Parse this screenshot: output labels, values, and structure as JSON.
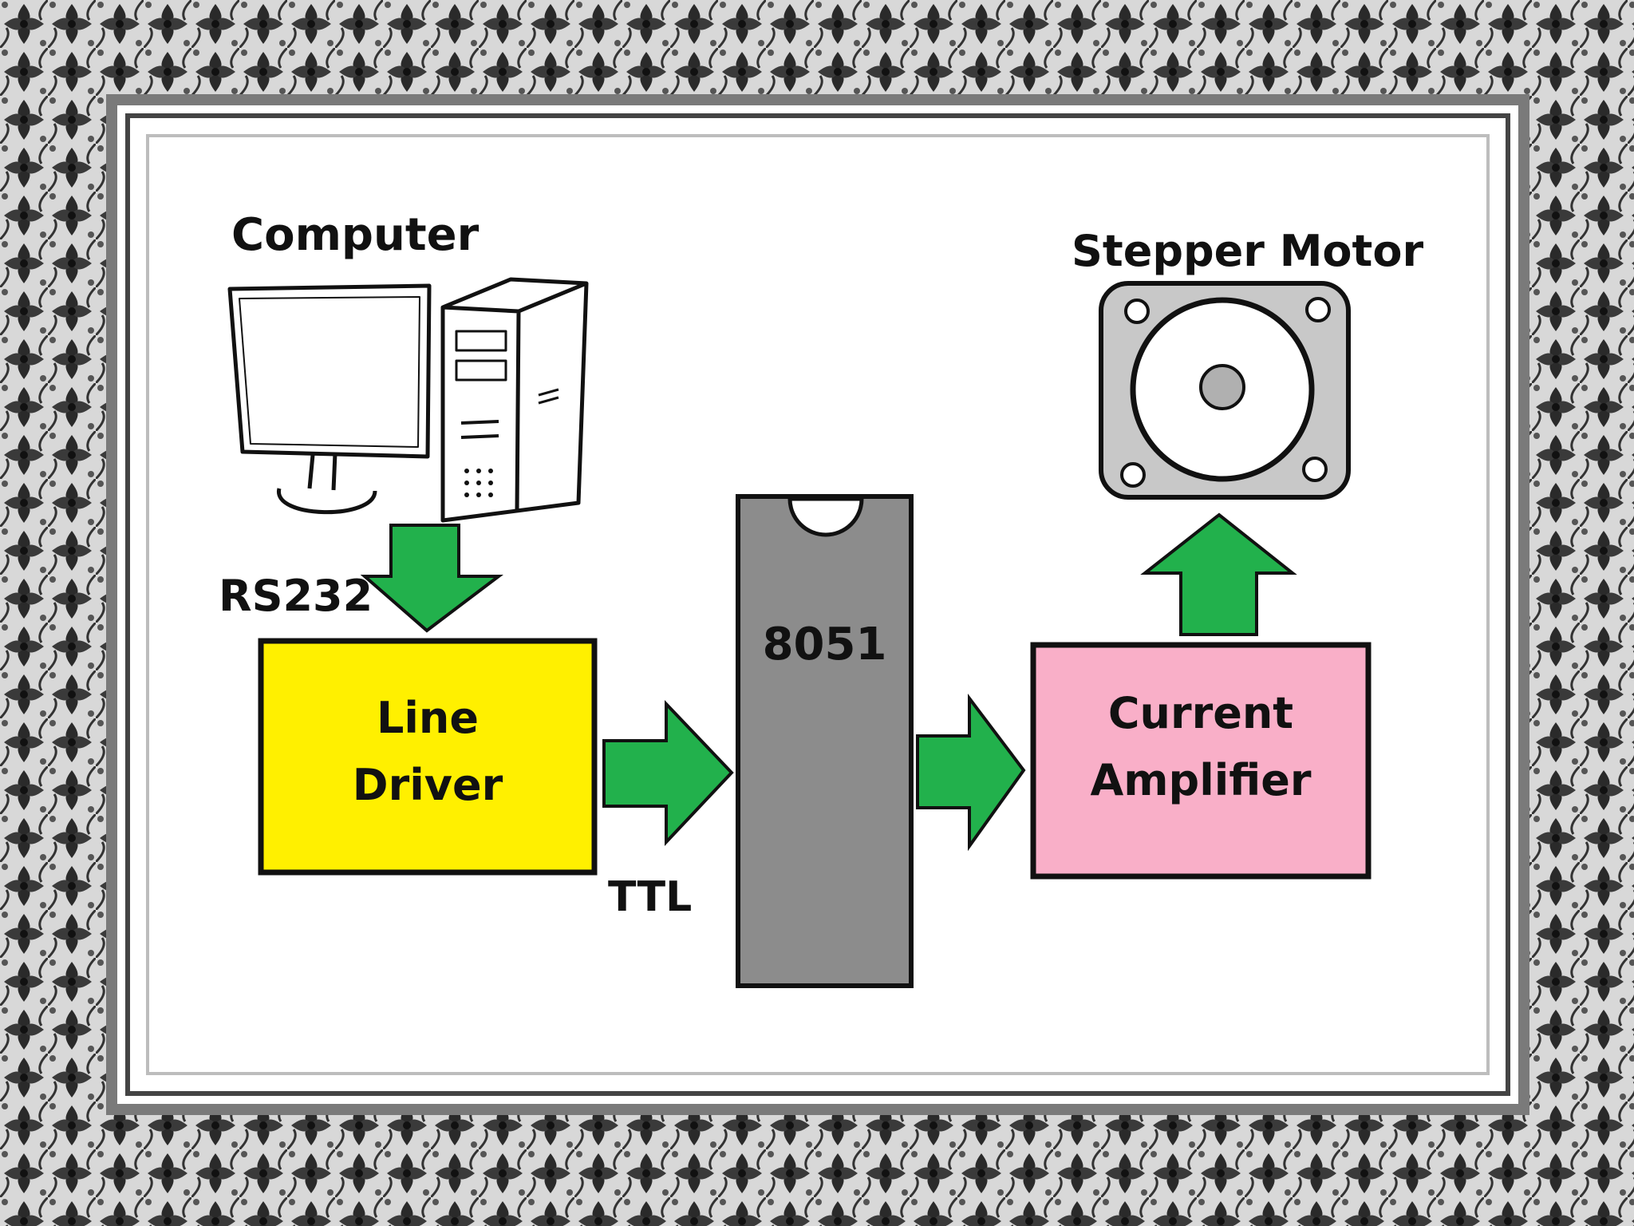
{
  "diagram": {
    "labels": {
      "computer": "Computer",
      "stepper_motor": "Stepper Motor",
      "rs232": "RS232",
      "ttl": "TTL"
    },
    "blocks": {
      "line_driver": {
        "line1": "Line",
        "line2": "Driver",
        "color": "#FFF000"
      },
      "mcu": {
        "label": "8051",
        "color": "#8C8C8C"
      },
      "current_amplifier": {
        "line1": "Current",
        "line2": "Amplifier",
        "color": "#F9AFC8"
      }
    },
    "colors": {
      "arrow": "#22B14C",
      "frame": "#9A9A9A"
    }
  }
}
